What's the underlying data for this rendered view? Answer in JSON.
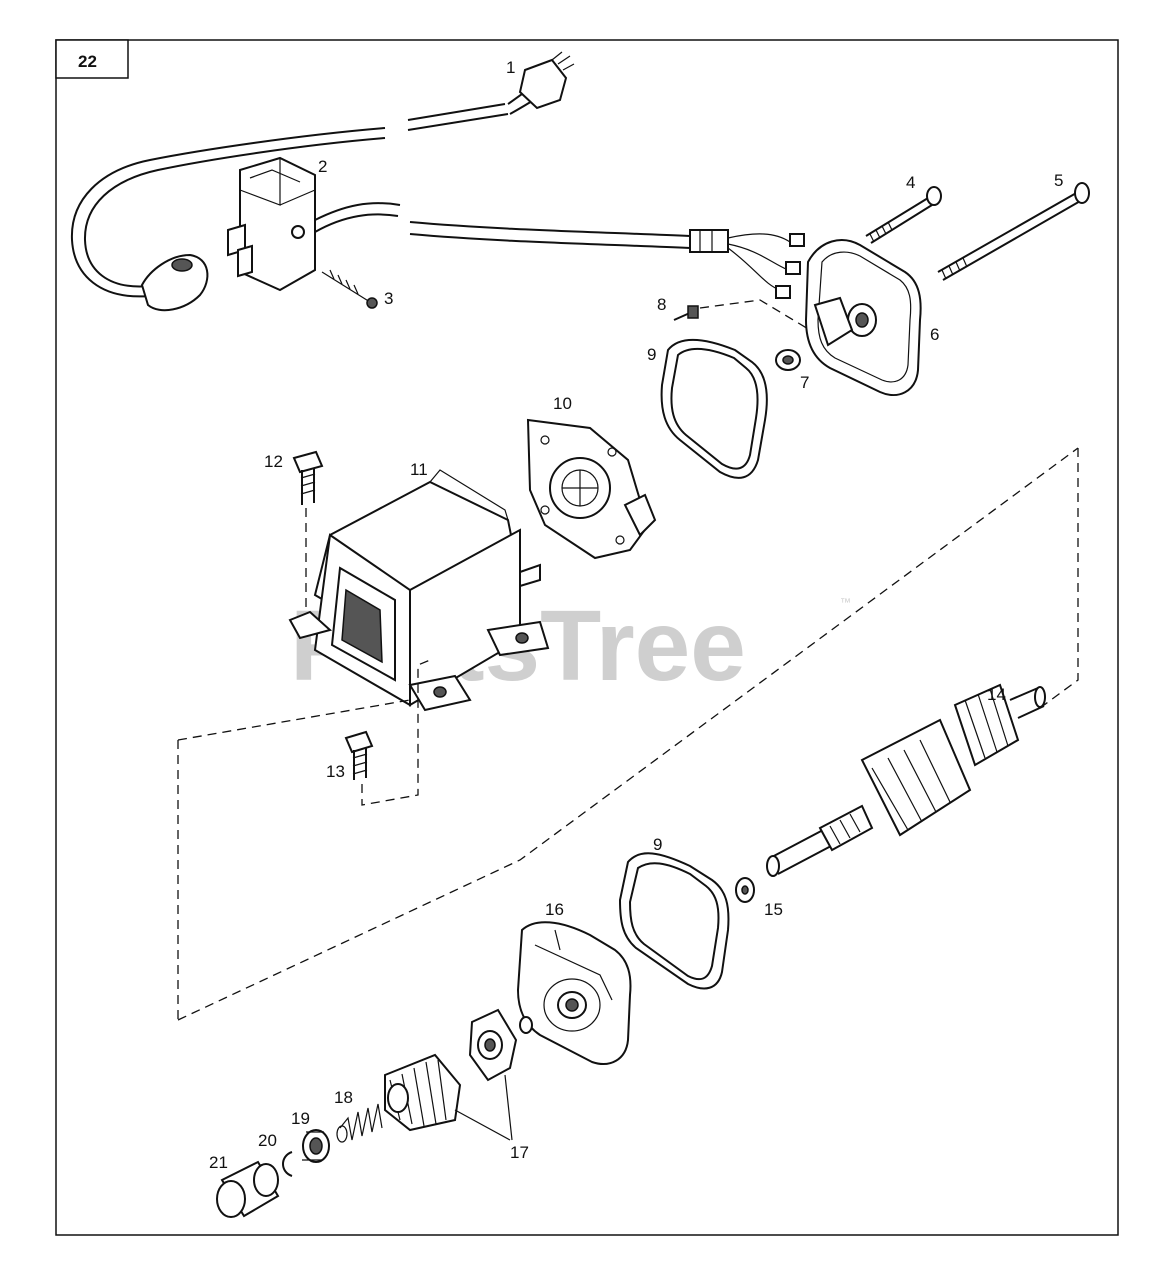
{
  "figure_number": "22",
  "watermark": {
    "text": "PartsTree",
    "trademark": "™"
  },
  "parts": [
    {
      "id": "1",
      "label": "1"
    },
    {
      "id": "2",
      "label": "2"
    },
    {
      "id": "3",
      "label": "3"
    },
    {
      "id": "4",
      "label": "4"
    },
    {
      "id": "5",
      "label": "5"
    },
    {
      "id": "6",
      "label": "6"
    },
    {
      "id": "7",
      "label": "7"
    },
    {
      "id": "8",
      "label": "8"
    },
    {
      "id": "9a",
      "label": "9"
    },
    {
      "id": "9b",
      "label": "9"
    },
    {
      "id": "10",
      "label": "10"
    },
    {
      "id": "11",
      "label": "11"
    },
    {
      "id": "12",
      "label": "12"
    },
    {
      "id": "13",
      "label": "13"
    },
    {
      "id": "14",
      "label": "14"
    },
    {
      "id": "15",
      "label": "15"
    },
    {
      "id": "16",
      "label": "16"
    },
    {
      "id": "17",
      "label": "17"
    },
    {
      "id": "18",
      "label": "18"
    },
    {
      "id": "19",
      "label": "19"
    },
    {
      "id": "20",
      "label": "20"
    },
    {
      "id": "21",
      "label": "21"
    }
  ]
}
